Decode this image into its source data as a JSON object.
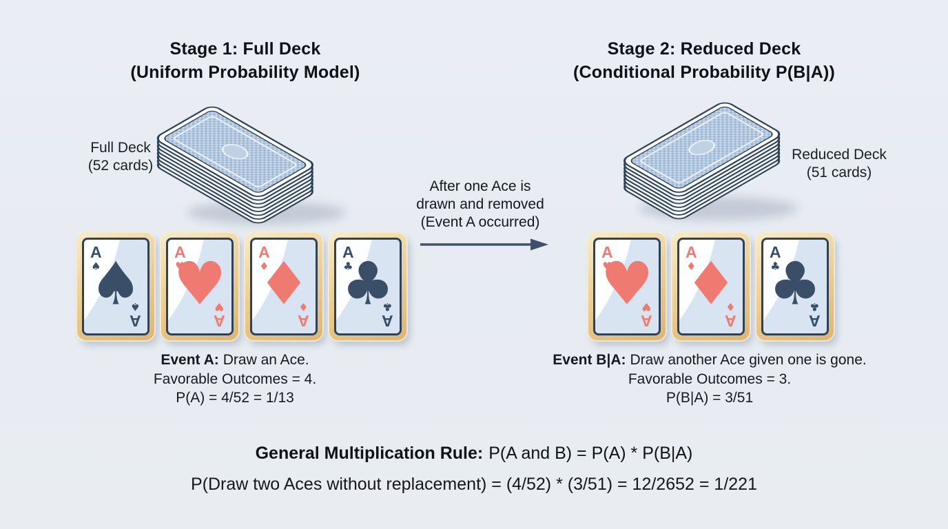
{
  "colors": {
    "background": "#e9edf2",
    "suit_navy": "#3b4e68",
    "suit_red": "#ee7a72",
    "card_gold_border": "#e3bf80",
    "card_swoosh_blue": "#d8e4f1",
    "deck_blue": "#9db7d4",
    "deck_check_light": "#c8d8ea",
    "deck_outline_navy": "#2e4156",
    "arrow": "#3f5168"
  },
  "stage1": {
    "title_line1": "Stage 1: Full Deck",
    "title_line2": "(Uniform Probability Model)",
    "deck_label_line1": "Full Deck",
    "deck_label_line2": "(52 cards)",
    "cards": [
      {
        "rank": "A",
        "suit": "spades",
        "symbol": "♠",
        "color": "navy"
      },
      {
        "rank": "A",
        "suit": "hearts",
        "symbol": "♥",
        "color": "red"
      },
      {
        "rank": "A",
        "suit": "diamonds",
        "symbol": "♦",
        "color": "red"
      },
      {
        "rank": "A",
        "suit": "clubs",
        "symbol": "♣",
        "color": "navy"
      }
    ],
    "caption": {
      "bold": "Event A:",
      "rest": "Draw an Ace.",
      "line2": "Favorable Outcomes = 4.",
      "line3": "P(A) = 4/52 = 1/13"
    }
  },
  "transition": {
    "line1": "After one Ace is",
    "line2": "drawn and removed",
    "line3": "(Event A occurred)"
  },
  "stage2": {
    "title_line1": "Stage 2: Reduced Deck",
    "title_line2": "(Conditional Probability P(B|A))",
    "deck_label_line1": "Reduced Deck",
    "deck_label_line2": "(51 cards)",
    "cards": [
      {
        "rank": "A",
        "suit": "hearts",
        "symbol": "♥",
        "color": "red"
      },
      {
        "rank": "A",
        "suit": "diamonds",
        "symbol": "♦",
        "color": "red"
      },
      {
        "rank": "A",
        "suit": "clubs",
        "symbol": "♣",
        "color": "navy"
      }
    ],
    "caption": {
      "bold": "Event B|A:",
      "rest": "Draw another Ace given one is gone.",
      "line2": "Favorable Outcomes = 3.",
      "line3": "P(B|A) = 3/51"
    }
  },
  "footer": {
    "rule_bold": "General Multiplication Rule:",
    "rule_rest": "P(A and B) = P(A) * P(B|A)",
    "calculation": "P(Draw two Aces without replacement) = (4/52) * (3/51) = 12/2652 = 1/221"
  }
}
